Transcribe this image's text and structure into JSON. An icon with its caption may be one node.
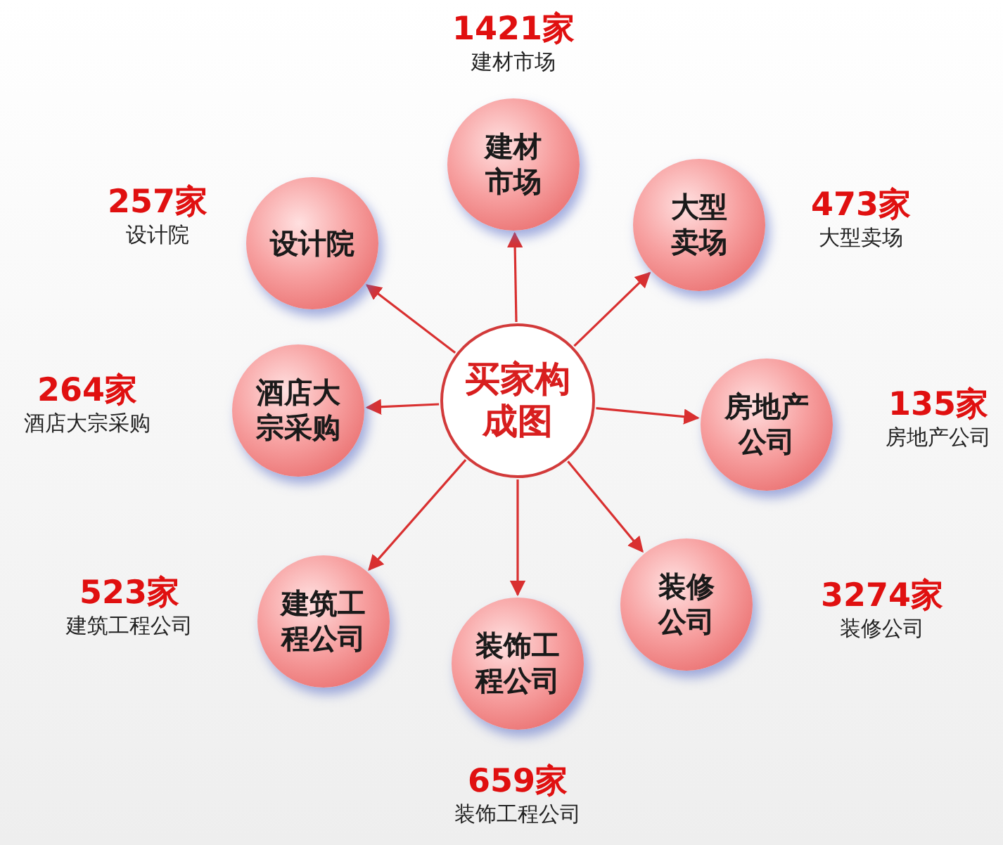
{
  "diagram": {
    "nodes": [
      {
        "text": [
          "买家构成图"
        ]
      },
      {
        "text": [
          "建材市场"
        ],
        "beside": [
          "1421家",
          "建材市场"
        ]
      },
      {
        "text": [
          "设计院"
        ],
        "beside": [
          "257家",
          "设计院"
        ]
      },
      {
        "text": [
          "大型卖场"
        ],
        "beside": [
          "473家",
          "大型卖场"
        ]
      },
      {
        "text": [
          "酒店大宗采购"
        ],
        "beside": [
          "264家",
          "酒店大宗采购"
        ]
      },
      {
        "text": [
          "房地产公司"
        ],
        "beside": [
          "135家",
          "房地产公司"
        ]
      },
      {
        "text": [
          "建筑工程公司"
        ],
        "beside": [
          "523家",
          "建筑工程公司"
        ]
      },
      {
        "text": [
          "装修公司"
        ],
        "beside": [
          "3274家",
          "装修公司"
        ]
      },
      {
        "text": [
          "装饰工程公司"
        ],
        "beside": [
          "659家",
          "装饰工程公司"
        ]
      }
    ],
    "edges": [
      {
        "from": 0,
        "to": 1,
        "arrow": "to"
      },
      {
        "from": 0,
        "to": 2,
        "arrow": "to"
      },
      {
        "from": 0,
        "to": 3,
        "arrow": "to"
      },
      {
        "from": 0,
        "to": 4,
        "arrow": "to"
      },
      {
        "from": 0,
        "to": 5,
        "arrow": "to"
      },
      {
        "from": 0,
        "to": 6,
        "arrow": "to"
      },
      {
        "from": 0,
        "to": 7,
        "arrow": "to"
      },
      {
        "from": 0,
        "to": 8,
        "arrow": "to"
      }
    ]
  }
}
